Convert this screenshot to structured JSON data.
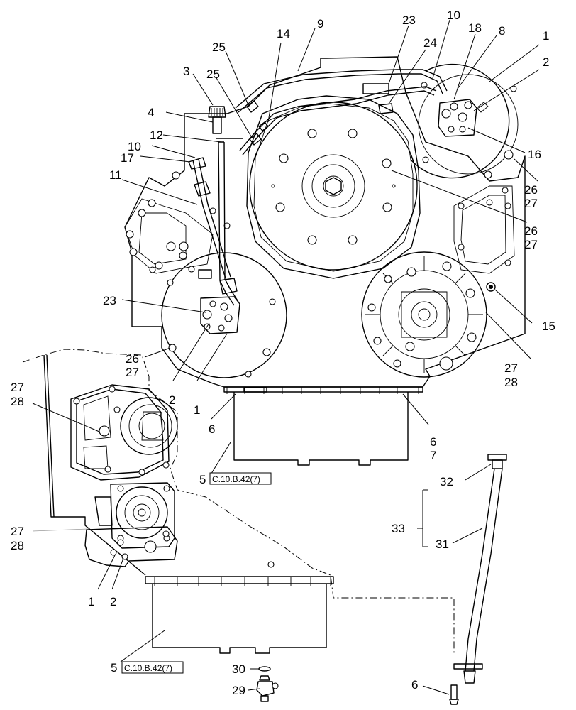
{
  "callouts": [
    {
      "id": "c1a",
      "text": "1"
    },
    {
      "id": "c2a",
      "text": "2"
    },
    {
      "id": "c3",
      "text": "3"
    },
    {
      "id": "c4",
      "text": "4"
    },
    {
      "id": "c8",
      "text": "8"
    },
    {
      "id": "c9",
      "text": "9"
    },
    {
      "id": "c10a",
      "text": "10"
    },
    {
      "id": "c10b",
      "text": "10"
    },
    {
      "id": "c11",
      "text": "11"
    },
    {
      "id": "c12",
      "text": "12"
    },
    {
      "id": "c14",
      "text": "14"
    },
    {
      "id": "c15",
      "text": "15"
    },
    {
      "id": "c16",
      "text": "16"
    },
    {
      "id": "c17",
      "text": "17"
    },
    {
      "id": "c18",
      "text": "18"
    },
    {
      "id": "c23a",
      "text": "23"
    },
    {
      "id": "c23b",
      "text": "23"
    },
    {
      "id": "c24",
      "text": "24"
    },
    {
      "id": "c25a",
      "text": "25"
    },
    {
      "id": "c25b",
      "text": "25"
    },
    {
      "id": "c26a",
      "text": "26"
    },
    {
      "id": "c27a",
      "text": "27"
    },
    {
      "id": "c26b",
      "text": "26"
    },
    {
      "id": "c27b",
      "text": "27"
    },
    {
      "id": "c26c",
      "text": "26"
    },
    {
      "id": "c27c",
      "text": "27"
    },
    {
      "id": "c27d",
      "text": "27"
    },
    {
      "id": "c28d",
      "text": "28"
    },
    {
      "id": "c27e",
      "text": "27"
    },
    {
      "id": "c28e",
      "text": "28"
    },
    {
      "id": "c27f",
      "text": "27"
    },
    {
      "id": "c28f",
      "text": "28"
    },
    {
      "id": "c2b",
      "text": "2"
    },
    {
      "id": "c1b",
      "text": "1"
    },
    {
      "id": "c6a",
      "text": "6"
    },
    {
      "id": "c6b",
      "text": "6"
    },
    {
      "id": "c7",
      "text": "7"
    },
    {
      "id": "c5a",
      "text": "5"
    },
    {
      "id": "c5b",
      "text": "5"
    },
    {
      "id": "c1c",
      "text": "1"
    },
    {
      "id": "c2c",
      "text": "2"
    },
    {
      "id": "c32",
      "text": "32"
    },
    {
      "id": "c33",
      "text": "33"
    },
    {
      "id": "c31",
      "text": "31"
    },
    {
      "id": "c30",
      "text": "30"
    },
    {
      "id": "c29",
      "text": "29"
    },
    {
      "id": "c6c",
      "text": "6"
    }
  ],
  "references": [
    {
      "id": "ref1",
      "text": "C.10.B.42(7)"
    },
    {
      "id": "ref2",
      "text": "C.10.B.42(7)"
    }
  ]
}
